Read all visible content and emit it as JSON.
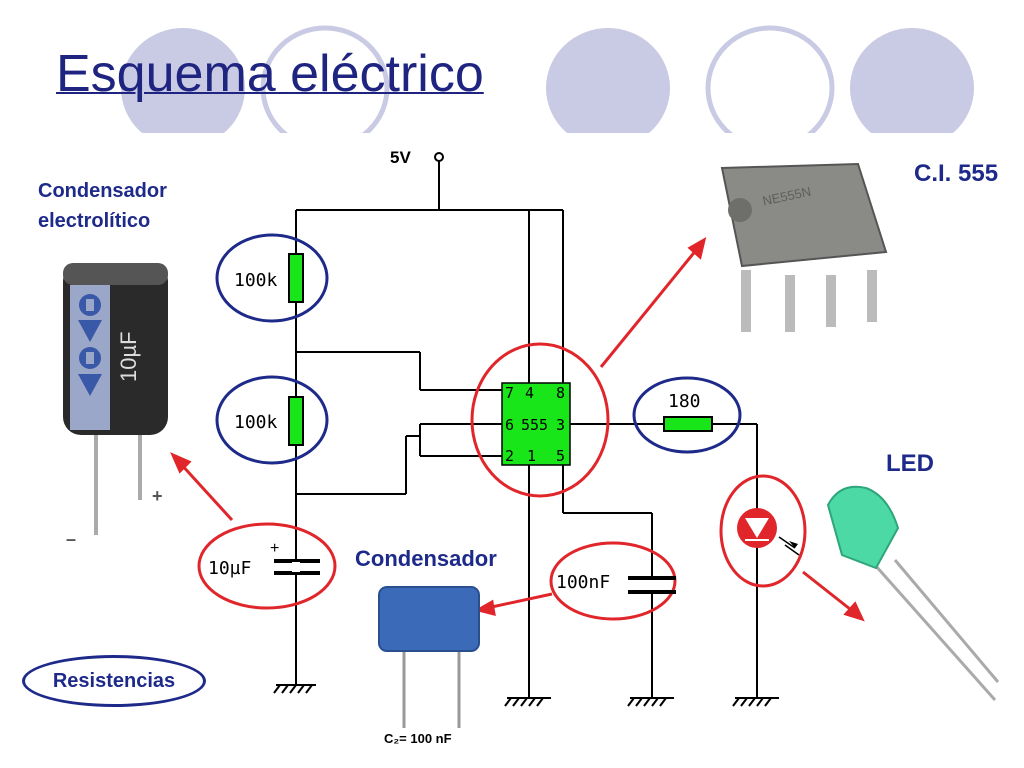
{
  "slide": {
    "title": "Esquema eléctrico",
    "colors": {
      "title": "#1e2480",
      "wire": "#000000",
      "component_green": "#19e619",
      "callout_red": "#e0262b",
      "callout_blue": "#1e2a8a",
      "deco_circle": "#c9cae3"
    }
  },
  "labels": {
    "supply": "5V",
    "electrolytic_heading": "Condensador electrolítico",
    "ic_heading": "C.I. 555",
    "led_heading": "LED",
    "capacitor_heading": "Condensador",
    "resistors_heading": "Resistencias",
    "film_cap_caption": "C₂= 100 nF",
    "capacitor_photo_value": "10µF",
    "capacitor_photo_plus": "+",
    "capacitor_photo_minus": "–"
  },
  "components": {
    "r1": "100k",
    "r2": "100k",
    "r3": "180",
    "c1": "10µF",
    "c1_polarity": "+",
    "c2": "100nF",
    "ic_label": "555",
    "ic_pins": {
      "p7": "7",
      "p4": "4",
      "p8": "8",
      "p6": "6",
      "p3": "3",
      "p2": "2",
      "p1": "1",
      "p5": "5"
    }
  }
}
